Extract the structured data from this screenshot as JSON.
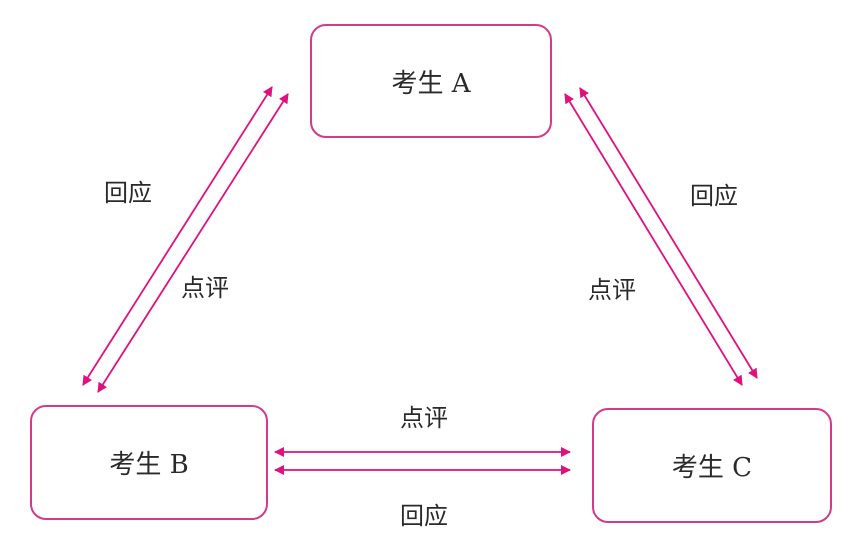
{
  "nodes": {
    "a": "考生 A",
    "b": "考生 B",
    "c": "考生 C"
  },
  "edges": {
    "ab": {
      "response": "回应",
      "comment": "点评"
    },
    "ac": {
      "response": "回应",
      "comment": "点评"
    },
    "bc": {
      "comment": "点评",
      "response": "回应"
    }
  },
  "colors": {
    "box_border": "#d23a8c",
    "arrow": "#e0107f"
  }
}
